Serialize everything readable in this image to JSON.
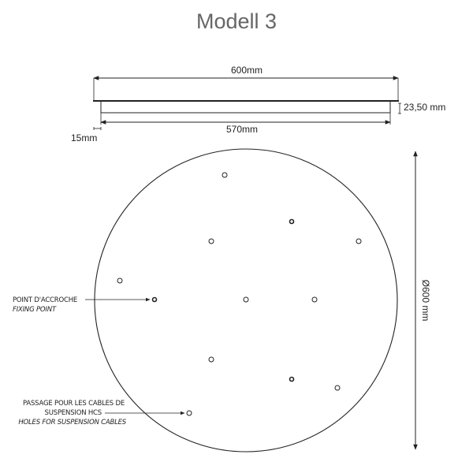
{
  "title": "Modell 3",
  "dimensions": {
    "width_total": "600mm",
    "width_inner": "570mm",
    "height": "23,50 mm",
    "offset": "15mm",
    "diameter": "Ø600 mm"
  },
  "labels": {
    "fixing_fr": "POINT D'ACCROCHE",
    "fixing_en": "FIXING POINT",
    "holes_fr_1": "PASSAGE POUR LES CABLES DE",
    "holes_fr_2": "SUSPENSION HCS",
    "holes_en": "HOLES FOR SUSPENSION CABLES"
  },
  "colors": {
    "line": "#222222",
    "title": "#666666"
  }
}
